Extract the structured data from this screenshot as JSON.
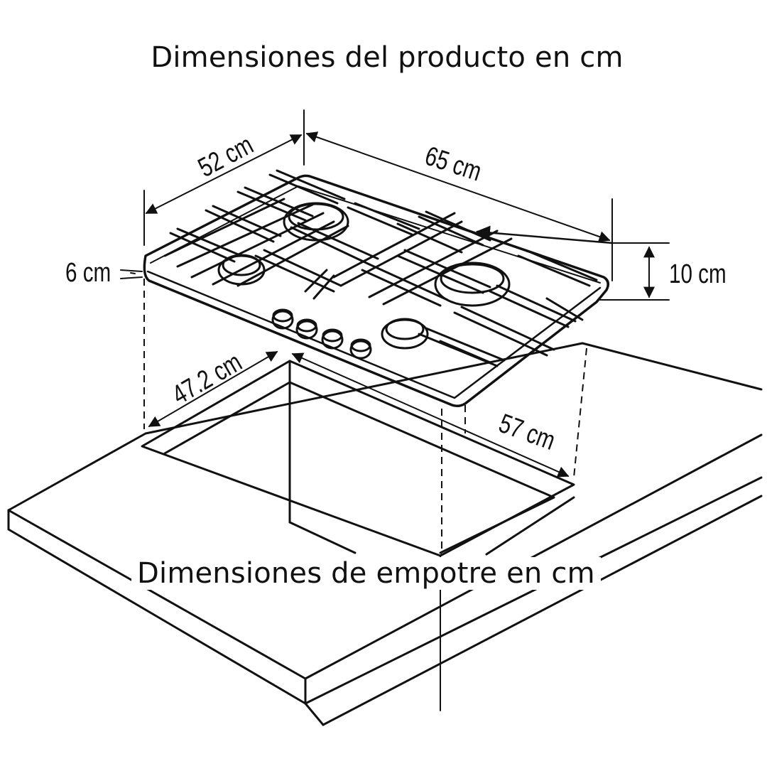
{
  "titles": {
    "product": "Dimensiones del producto en cm",
    "cutout": "Dimensiones de empotre en cm"
  },
  "dimensions": {
    "depth": "52 cm",
    "width": "65 cm",
    "edge_height": "6 cm",
    "total_height": "10 cm",
    "cutout_depth": "47.2 cm",
    "cutout_width": "57 cm"
  },
  "colors": {
    "line": "#111111",
    "background": "#ffffff"
  }
}
